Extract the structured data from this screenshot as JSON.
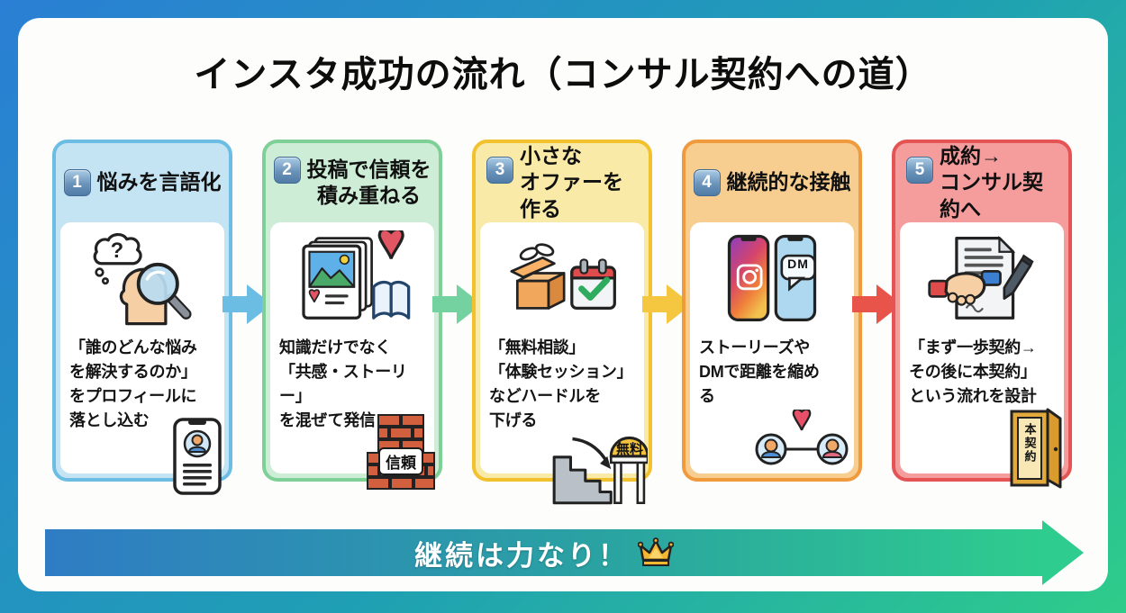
{
  "page_title": "インスタ成功の流れ（コンサル契約への道）",
  "steps": [
    {
      "number": "1",
      "title": "悩みを言語化",
      "description": "「誰のどんな悩み\nを解決するのか」\nをプロフィールに\n落とし込む",
      "accent_color": "#6cbde4",
      "header_bg": "#c5e4f3",
      "main_icon": "thinking-head-magnifier",
      "corner_icon": "profile-phone"
    },
    {
      "number": "2",
      "title": "投稿で信頼を\n積み重ねる",
      "description": "知識だけでなく\n「共感・ストーリー」\nを混ぜて発信",
      "accent_color": "#7fd096",
      "header_bg": "#cdedd6",
      "main_icon": "posts-heart-book",
      "corner_icon": "trust-bricks",
      "corner_label": "信頼"
    },
    {
      "number": "3",
      "title": "小さな\nオファーを作る",
      "description": "「無料相談」\n「体験セッション」\nなどハードルを\n下げる",
      "accent_color": "#f2c12e",
      "header_bg": "#faeaa8",
      "main_icon": "gift-calendar",
      "corner_icon": "stairs-free-gate",
      "corner_label": "無料"
    },
    {
      "number": "4",
      "title": "継続的な接触",
      "description": "ストーリーズや\nDMで距離を縮め\nる",
      "accent_color": "#f09a3e",
      "header_bg": "#f8cd90",
      "main_icon": "instagram-dm-phones",
      "phone_bubble_label": "DM",
      "corner_icon": "connected-people"
    },
    {
      "number": "5",
      "title": "成約→\nコンサル契約へ",
      "description": "「まず一歩契約→\nその後に本契約」\nという流れを設計",
      "accent_color": "#e45454",
      "header_bg": "#f59c9c",
      "main_icon": "contract-handshake",
      "corner_icon": "open-door",
      "corner_label": "本契約"
    }
  ],
  "arrows": [
    {
      "color": "#6cbde4"
    },
    {
      "color": "#74d1a0"
    },
    {
      "color": "#f5c63f"
    },
    {
      "color": "#e8544a"
    }
  ],
  "banner": {
    "label": "継続は力なり！",
    "icon": "crown",
    "gradient_start": "#2f7cc4",
    "gradient_end": "#2ecc8e"
  },
  "frame": {
    "gradient_start": "#2a7fd4",
    "gradient_end": "#2ecc8a",
    "inner_background": "#fdfdfb"
  }
}
